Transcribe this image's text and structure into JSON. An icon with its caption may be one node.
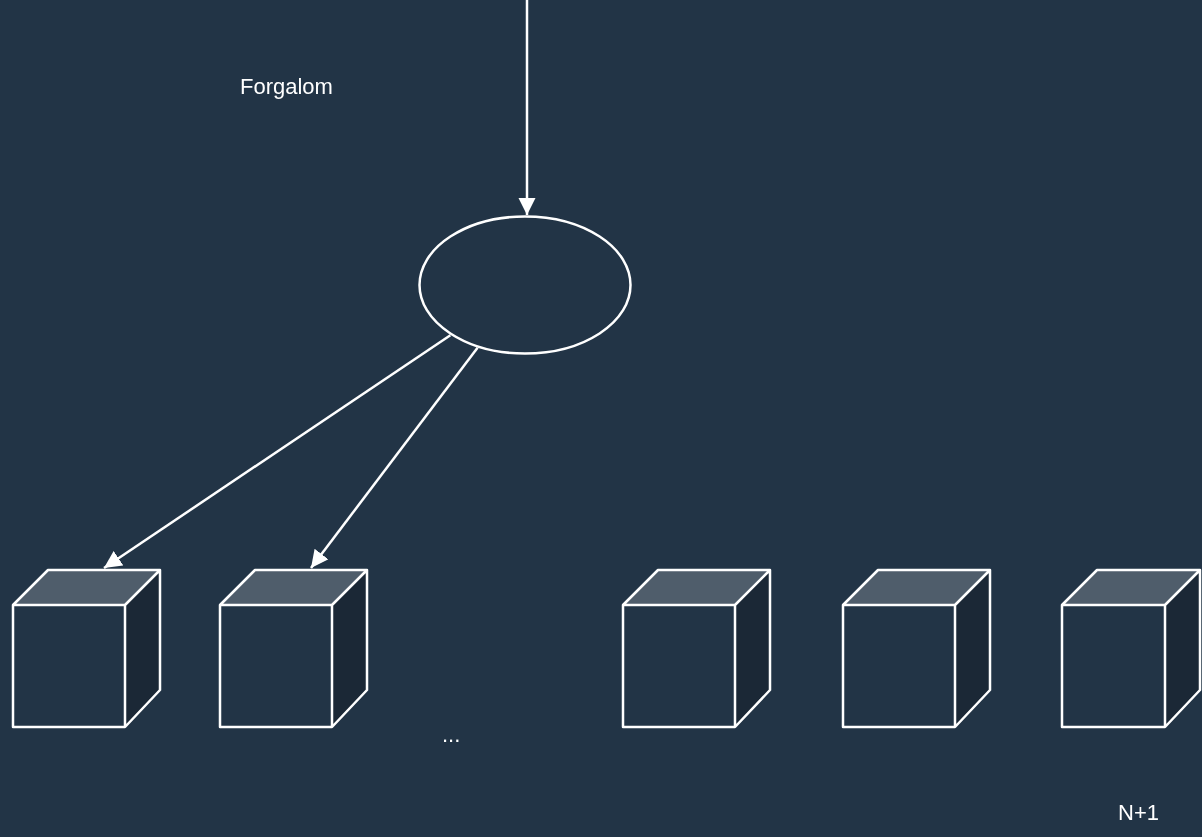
{
  "diagram": {
    "nodes": [
      {
        "text": [],
        "shape": "circle"
      },
      {
        "text": [],
        "shape": "cube"
      },
      {
        "text": [],
        "shape": "cube"
      },
      {
        "text": [],
        "shape": "cube"
      },
      {
        "text": [],
        "shape": "cube"
      },
      {
        "text": [],
        "shape": "cube"
      }
    ],
    "edges": [
      {
        "from": null,
        "to": 0,
        "arrow": "to"
      },
      {
        "from": 0,
        "to": 1,
        "arrow": "to"
      },
      {
        "from": 0,
        "to": 2,
        "arrow": "to"
      }
    ],
    "labels": [
      "Forgalom",
      "...",
      "N+1"
    ]
  }
}
